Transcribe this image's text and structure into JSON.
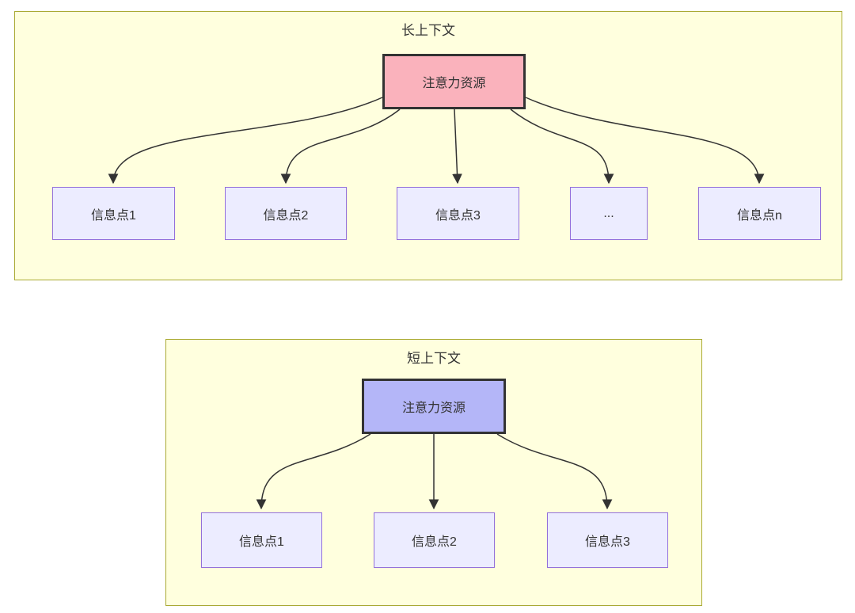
{
  "diagram": {
    "long_context": {
      "title": "长上下文",
      "attention": {
        "label": "注意力资源"
      },
      "info_points": [
        {
          "label": "信息点1"
        },
        {
          "label": "信息点2"
        },
        {
          "label": "信息点3"
        },
        {
          "label": "..."
        },
        {
          "label": "信息点n"
        }
      ]
    },
    "short_context": {
      "title": "短上下文",
      "attention": {
        "label": "注意力资源"
      },
      "info_points": [
        {
          "label": "信息点1"
        },
        {
          "label": "信息点2"
        },
        {
          "label": "信息点3"
        }
      ]
    },
    "colors": {
      "section_fill": "#ffffde",
      "section_border": "#aaaa33",
      "info_node_fill": "#ececff",
      "info_node_border": "#9370db",
      "attention_long_fill": "#fab2bc",
      "attention_short_fill": "#b4b6f8",
      "attention_border": "#333333",
      "arrow": "#333333",
      "text": "#333333"
    }
  }
}
